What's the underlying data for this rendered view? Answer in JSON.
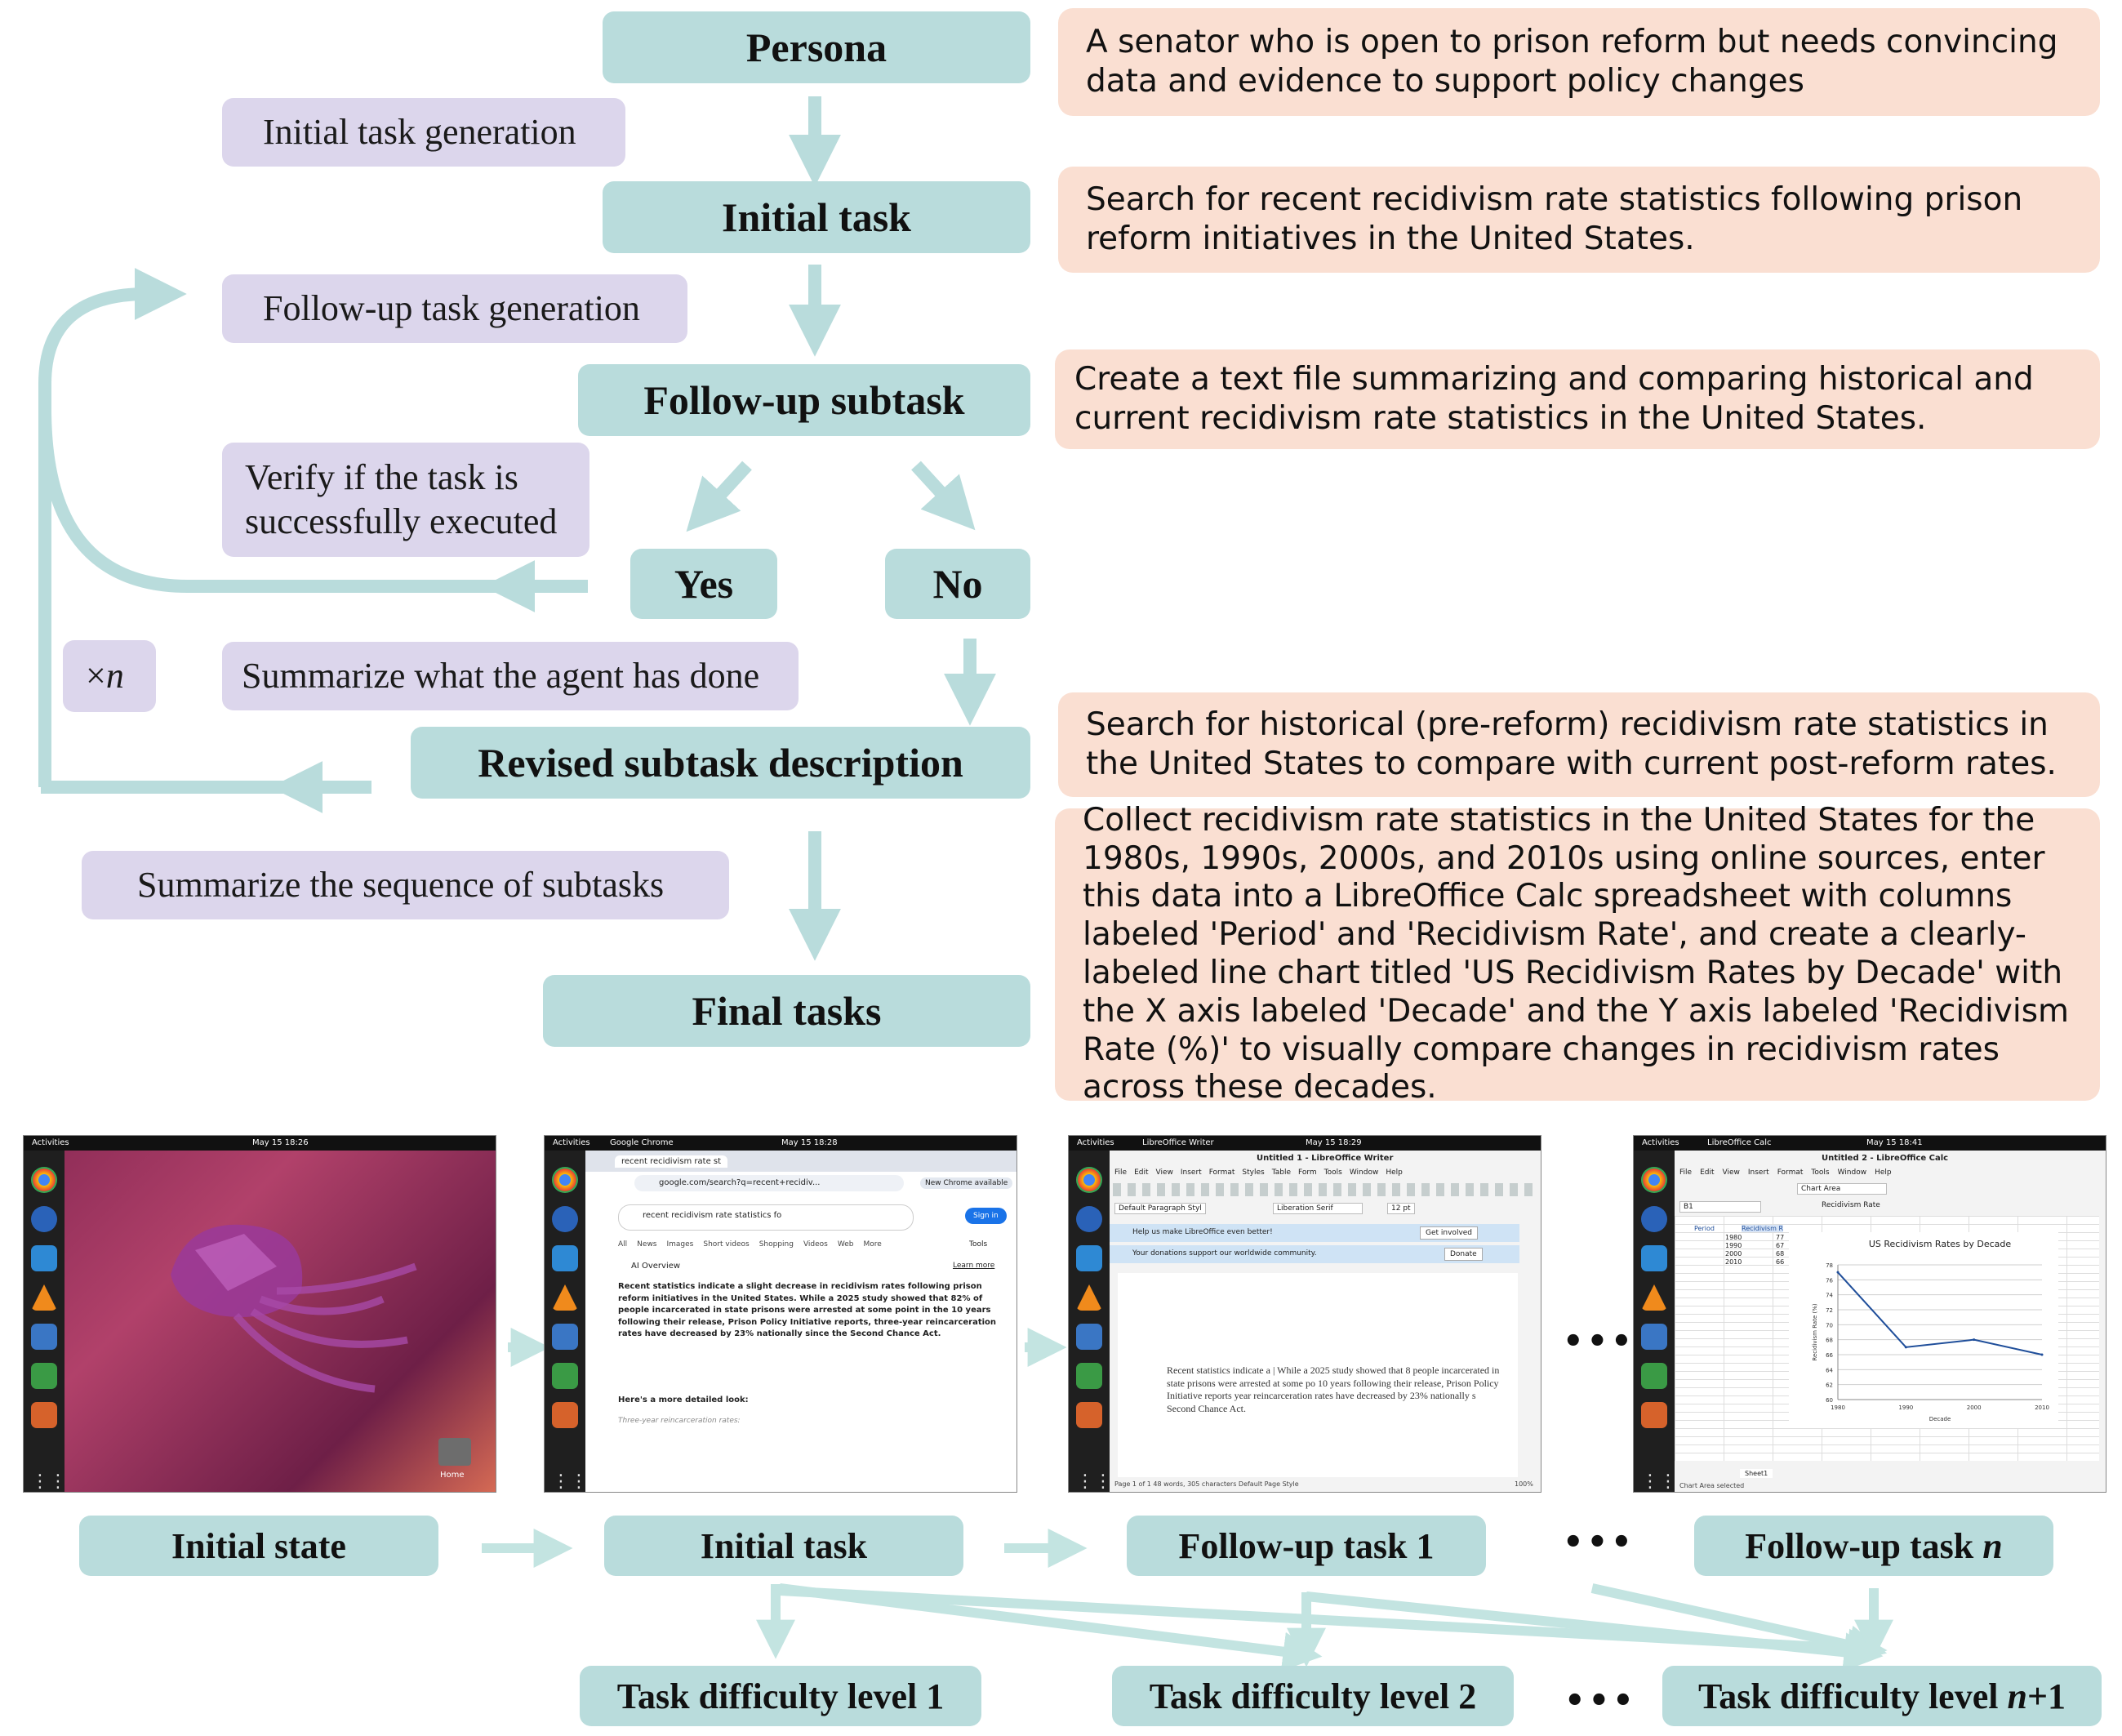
{
  "flow": {
    "persona": "Persona",
    "initial_task": "Initial task",
    "followup_subtask": "Follow-up subtask",
    "yes": "Yes",
    "no": "No",
    "revised": "Revised subtask description",
    "final_tasks": "Final tasks",
    "multiplier": "×",
    "multiplier_var": "n"
  },
  "steps": {
    "initial_generation": "Initial task generation",
    "followup_generation": "Follow-up task generation",
    "verify": "Verify if the task is successfully executed",
    "summarize_agent": "Summarize what the agent has done",
    "summarize_sequence": "Summarize the sequence of subtasks"
  },
  "notes": {
    "persona": "A senator who is open to prison reform but needs convincing data and evidence to support policy changes",
    "initial_task": "Search for recent recidivism rate statistics following prison reform initiatives in the United States.",
    "followup": "Create a text file summarizing and comparing historical and current recidivism rate statistics in the United States.",
    "revised": "Search for historical (pre-reform) recidivism rate statistics in the United States to compare with current post-reform rates.",
    "final": "Collect recidivism rate statistics in the United States for the 1980s, 1990s, 2000s, and 2010s using online sources, enter this data into a LibreOffice Calc spreadsheet with columns labeled 'Period' and 'Recidivism Rate', and create a clearly-labeled line chart titled 'US Recidivism Rates by Decade' with the X axis labeled 'Decade' and the Y axis labeled 'Recidivism Rate (%)' to visually compare changes in recidivism rates across these decades."
  },
  "bottom": {
    "initial_state": "Initial state",
    "initial_task": "Initial task",
    "followup1": "Follow-up task 1",
    "followupn_prefix": "Follow-up task ",
    "followupn_var": "n",
    "level1": "Task difficulty level 1",
    "level2": "Task difficulty level 2",
    "leveln_prefix": "Task difficulty level ",
    "leveln_var": "n",
    "leveln_suffix": "+1",
    "ellipsis": "•••"
  },
  "screens": {
    "activities": "Activities",
    "desktop_time": "May 15 18:26",
    "home": "Home",
    "chrome_app": "Google Chrome",
    "chrome_time": "May 15 18:28",
    "chrome_tab": "recent recidivism rate st",
    "url": "google.com/search?q=recent+recidiv...",
    "new_chrome": "New Chrome available",
    "query": "recent recidivism rate statistics fo",
    "sign_in": "Sign in",
    "tabs": [
      "All",
      "News",
      "Images",
      "Short videos",
      "Shopping",
      "Videos",
      "Web",
      "More"
    ],
    "tools": "Tools",
    "ai_overview": "AI Overview",
    "learn_more": "Learn more",
    "ai_text": "Recent statistics indicate a slight decrease in recidivism rates following prison reform initiatives in the United States. While a 2025 study showed that 82% of people incarcerated in state prisons were arrested at some point in the 10 years following their release, Prison Policy Initiative reports, three-year reincarceration rates have decreased by 23% nationally since the Second Chance Act.",
    "detailed_look": "Here's a more detailed look:",
    "three_year": "Three-year reincarceration rates:",
    "writer_app": "LibreOffice Writer",
    "writer_time": "May 15 18:29",
    "writer_title": "Untitled 1 - LibreOffice Writer",
    "writer_menu": [
      "File",
      "Edit",
      "View",
      "Insert",
      "Format",
      "Styles",
      "Table",
      "Form",
      "Tools",
      "Window",
      "Help"
    ],
    "para_style": "Default Paragraph Styl",
    "font_name": "Liberation Serif",
    "font_size": "12 pt",
    "infobar1": "Help us make LibreOffice even better!",
    "get_involved": "Get involved",
    "infobar2": "Your donations support our worldwide community.",
    "donate": "Donate",
    "writer_body": "Recent statistics indicate a | While a 2025 study showed that 8 people incarcerated in state prisons were arrested at some po 10 years following their release, Prison Policy Initiative reports year reincarceration rates have decreased by 23% nationally s Second Chance Act.",
    "writer_status": "Page 1 of 1   48 words, 305 characters   Default Page Style",
    "writer_zoom": "100%",
    "calc_app": "LibreOffice Calc",
    "calc_time": "May 15 18:41",
    "calc_title": "Untitled 2 - LibreOffice Calc",
    "calc_menu": [
      "File",
      "Edit",
      "View",
      "Insert",
      "Format",
      "Tools",
      "Window",
      "Help"
    ],
    "chart_area": "Chart Area",
    "cell_ref": "B1",
    "formula": "Recidivism Rate",
    "col_a": "Period",
    "col_b": "Recidivism R",
    "sheet_tab": "Sheet1",
    "calc_status": "Chart Area selected"
  },
  "sheet_rows": [
    {
      "period": "1980",
      "rate": "77"
    },
    {
      "period": "1990",
      "rate": "67"
    },
    {
      "period": "2000",
      "rate": "68"
    },
    {
      "period": "2010",
      "rate": "66"
    }
  ],
  "chart_data": {
    "type": "line",
    "title": "US Recidivism Rates by Decade",
    "xlabel": "Decade",
    "ylabel": "Recidivism Rate (%)",
    "x": [
      1980,
      1990,
      2000,
      2010
    ],
    "y": [
      77,
      67,
      68,
      66
    ],
    "xlim": [
      1980,
      2010
    ],
    "ylim": [
      60,
      78
    ],
    "yticks": [
      60,
      62,
      64,
      66,
      68,
      70,
      72,
      74,
      76,
      78
    ],
    "xticks": [
      1980,
      1990,
      2000,
      2010
    ],
    "grid": true,
    "color": "#1f4e9a"
  }
}
